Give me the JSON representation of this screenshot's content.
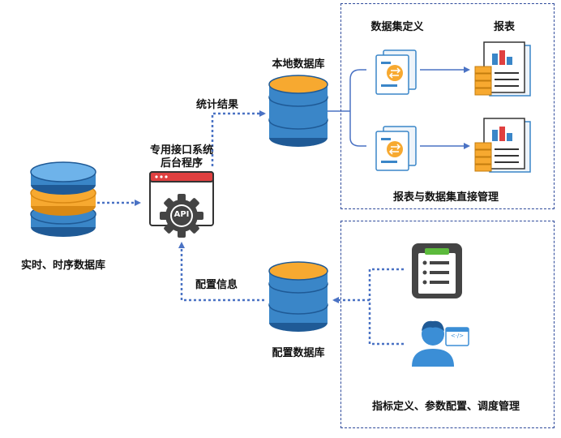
{
  "labels": {
    "realtime_db": "实时、时序数据库",
    "api_system_line1": "专用接口系统",
    "api_system_line2": "后台程序",
    "api_badge": "API",
    "stats_result": "统计结果",
    "local_db": "本地数据库",
    "config_info": "配置信息",
    "config_db": "配置数据库",
    "dataset_def": "数据集定义",
    "report": "报表",
    "report_mgmt": "报表与数据集直接管理",
    "indicator_mgmt": "指标定义、参数配置、调度管理",
    "code_glyph": "<·/>"
  },
  "colors": {
    "blue": "#3a86c8",
    "blue_dark": "#1f5a96",
    "orange": "#f7a930",
    "arrow": "#4a72c4",
    "box_border": "#2e4a9b",
    "dark": "#333333",
    "red": "#e04040",
    "green": "#5cba3c",
    "person_blue": "#3b8ed6"
  },
  "icons": {
    "realtime_db": "database-stack-icon",
    "api_program": "api-window-gear-icon",
    "local_db": "database-icon",
    "config_db": "database-icon",
    "dataset": "dataset-document-icon",
    "report": "report-chart-icon",
    "checklist": "checklist-clipboard-icon",
    "user_code": "user-code-icon"
  }
}
